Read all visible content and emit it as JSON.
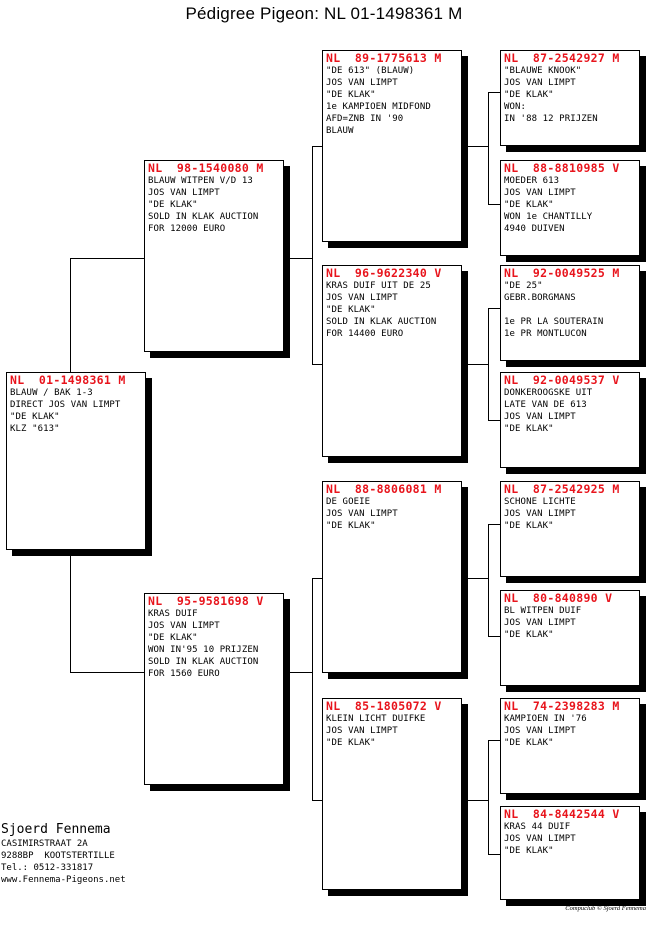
{
  "title": "Pédigree Pigeon: NL  01-1498361 M",
  "pigeons": {
    "subject": {
      "ring": "NL  01-1498361 M",
      "lines": [
        "BLAUW / BAK 1-3",
        "DIRECT JOS VAN LIMPT",
        "\"DE KLAK\"",
        "KLZ \"613\""
      ]
    },
    "sire": {
      "ring": "NL  98-1540080 M",
      "lines": [
        "BLAUW WITPEN V/D 13",
        "JOS VAN LIMPT",
        "\"DE KLAK\"",
        "SOLD IN KLAK AUCTION",
        "FOR 12000 EURO"
      ]
    },
    "dam": {
      "ring": "NL  95-9581698 V",
      "lines": [
        "KRAS DUIF",
        "JOS VAN LIMPT",
        "\"DE KLAK\"",
        "WON IN'95 10 PRIJZEN",
        "SOLD IN KLAK AUCTION",
        "FOR 1560 EURO"
      ]
    },
    "ss": {
      "ring": "NL  89-1775613 M",
      "lines": [
        "\"DE 613\" (BLAUW)",
        "JOS VAN LIMPT",
        "\"DE KLAK\"",
        "1e KAMPIOEN MIDFOND",
        "AFD=ZNB IN '90",
        "BLAUW"
      ]
    },
    "sd": {
      "ring": "NL  96-9622340 V",
      "lines": [
        "KRAS DUIF UIT DE 25",
        "JOS VAN LIMPT",
        "\"DE KLAK\"",
        "SOLD IN KLAK AUCTION",
        "FOR 14400 EURO"
      ]
    },
    "ds": {
      "ring": "NL  88-8806081 M",
      "lines": [
        "DE GOEIE",
        "JOS VAN LIMPT",
        "\"DE KLAK\""
      ]
    },
    "dd": {
      "ring": "NL  85-1805072 V",
      "lines": [
        "KLEIN LICHT DUIFKE",
        "JOS VAN LIMPT",
        "\"DE KLAK\""
      ]
    },
    "sss": {
      "ring": "NL  87-2542927 M",
      "lines": [
        "\"BLAUWE KNOOK\"",
        "JOS VAN LIMPT",
        "\"DE KLAK\"",
        "WON:",
        "IN '88 12 PRIJZEN"
      ]
    },
    "ssd": {
      "ring": "NL  88-8810985 V",
      "lines": [
        "MOEDER 613",
        "JOS VAN LIMPT",
        "\"DE KLAK\"",
        "WON 1e CHANTILLY",
        "4940 DUIVEN"
      ]
    },
    "sds": {
      "ring": "NL  92-0049525 M",
      "lines": [
        "\"DE 25\"",
        "GEBR.BORGMANS",
        "",
        "1e PR LA SOUTERAIN",
        "1e PR MONTLUCON"
      ]
    },
    "sdd": {
      "ring": "NL  92-0049537 V",
      "lines": [
        "DONKEROOGSKE UIT",
        "LATE VAN DE 613",
        "JOS VAN LIMPT",
        "\"DE KLAK\""
      ]
    },
    "dss": {
      "ring": "NL  87-2542925 M",
      "lines": [
        "SCHONE LICHTE",
        "JOS VAN LIMPT",
        "\"DE KLAK\""
      ]
    },
    "dsd": {
      "ring": "NL  80-840890 V",
      "lines": [
        "BL WITPEN DUIF",
        "JOS VAN LIMPT",
        "\"DE KLAK\""
      ]
    },
    "dds": {
      "ring": "NL  74-2398283 M",
      "lines": [
        "KAMPIOEN IN '76",
        "JOS VAN LIMPT",
        "\"DE KLAK\""
      ]
    },
    "ddd": {
      "ring": "NL  84-8442544 V",
      "lines": [
        "KRAS 44 DUIF",
        "JOS VAN LIMPT",
        "\"DE KLAK\""
      ]
    }
  },
  "breeder": {
    "name": "Sjoerd Fennema",
    "address": "CASIMIRSTRAAT 2A",
    "city": "9288BP  KOOTSTERTILLE",
    "phone": "Tel.: 0512-331817",
    "website": "www.Fennema-Pigeons.net"
  },
  "credit": "Compuclub © Sjoerd Fennema"
}
